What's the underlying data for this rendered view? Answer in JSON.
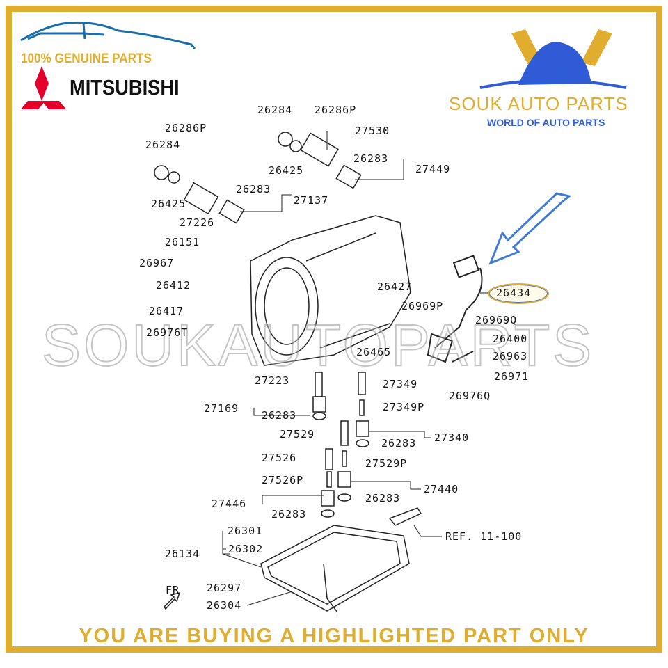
{
  "branding": {
    "genuine": "100% GENUINE PARTS",
    "maker": "MITSUBISHI",
    "shop": "SOUK AUTO PARTS",
    "tagline": "WORLD OF AUTO PARTS",
    "watermark": "SOUKAUTOPARTS"
  },
  "notice": "YOU ARE BUYING A HIGHLIGHTED PART ONLY",
  "highlighted_part": "26434",
  "colors": {
    "gold": "#e0ad2e",
    "blue": "#2f5bd6",
    "red": "#e4002b"
  },
  "labels": [
    "26284",
    "26286P",
    "26286P",
    "27530",
    "26284",
    "26283",
    "27449",
    "26425",
    "26283",
    "27137",
    "26425",
    "27226",
    "26151",
    "26967",
    "26412",
    "26427",
    "26434",
    "26969P",
    "26417",
    "26969Q",
    "26976T",
    "26400",
    "26465",
    "26963",
    "26971",
    "27223",
    "27349",
    "26976Q",
    "27169",
    "27349P",
    "26283",
    "27529",
    "27340",
    "26283",
    "27526",
    "27529P",
    "27526P",
    "27440",
    "27446",
    "26283",
    "26283",
    "26301",
    "REF. 11-100",
    "26134",
    "26302",
    "26297",
    "FR",
    "26304"
  ]
}
